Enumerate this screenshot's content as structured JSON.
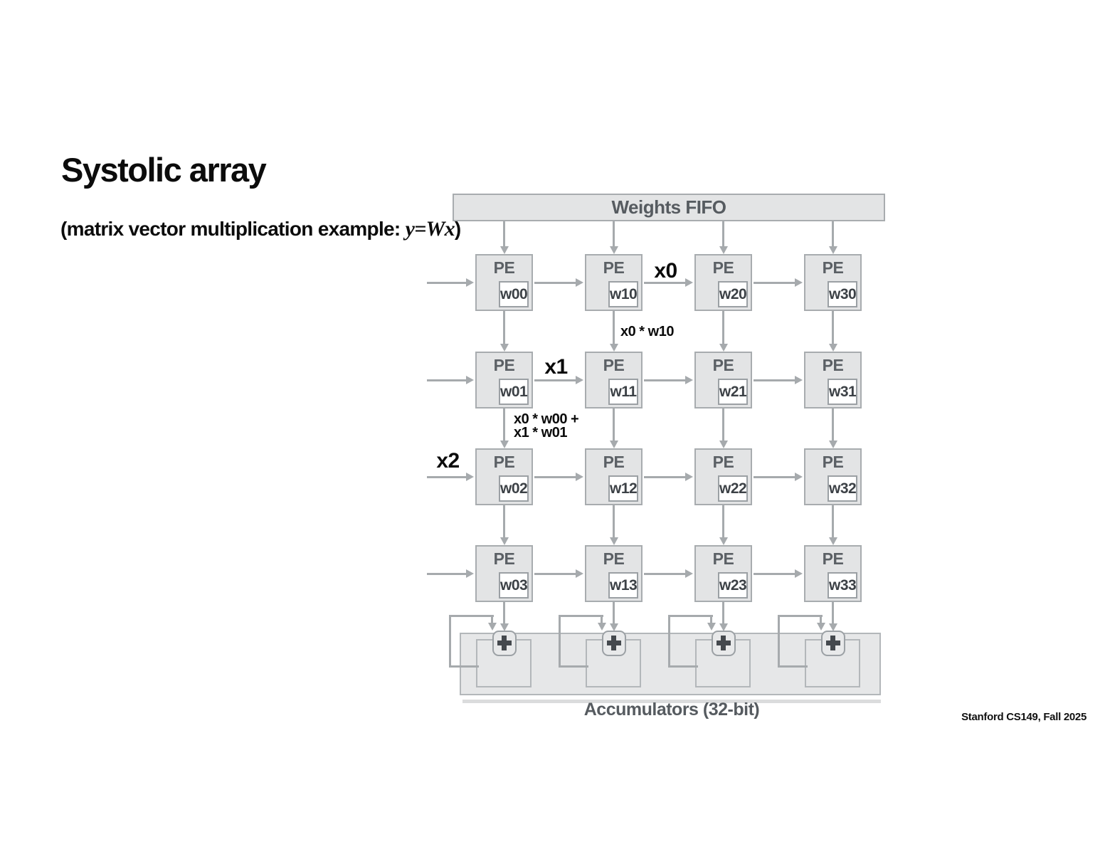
{
  "slide": {
    "title": "Systolic array",
    "subtitle_prefix": "(matrix vector multiplication example: ",
    "subtitle_math": "y=Wx",
    "subtitle_suffix": ")",
    "footer": "Stanford CS149, Fall 2025"
  },
  "diagram": {
    "type": "systolic-array",
    "weights_fifo_label": "Weights FIFO",
    "accumulators_label": "Accumulators (32-bit)",
    "pe_label": "PE",
    "pe_grid_weights": [
      [
        "w00",
        "w10",
        "w20",
        "w30"
      ],
      [
        "w01",
        "w11",
        "w21",
        "w31"
      ],
      [
        "w02",
        "w12",
        "w22",
        "w32"
      ],
      [
        "w03",
        "w13",
        "w23",
        "w33"
      ]
    ],
    "input_labels": [
      "x0",
      "x1",
      "x2"
    ],
    "partial_sum_label_1": "x0 * w10",
    "partial_sum_label_2_line1": "x0 * w00 +",
    "partial_sum_label_2_line2": "x1 * w01",
    "plus_symbol": "+"
  },
  "colors": {
    "box_fill": "#e3e4e5",
    "box_border": "#a8acaf",
    "wbox_fill": "#ffffff",
    "wbox_border": "#9ba0a4",
    "arrow": "#a6aaad",
    "panel_fill": "#e6e7e8",
    "panel_border": "#b3b7ba",
    "plus_fill": "#e8e9ea",
    "plus_border": "#9ca1a5",
    "plus_glyph": "#45494e",
    "gray_text": "#565b60",
    "pe_text": "#5b6065",
    "weight_text": "#3c4146",
    "label_text": "#0b0b0b",
    "background": "#ffffff"
  }
}
